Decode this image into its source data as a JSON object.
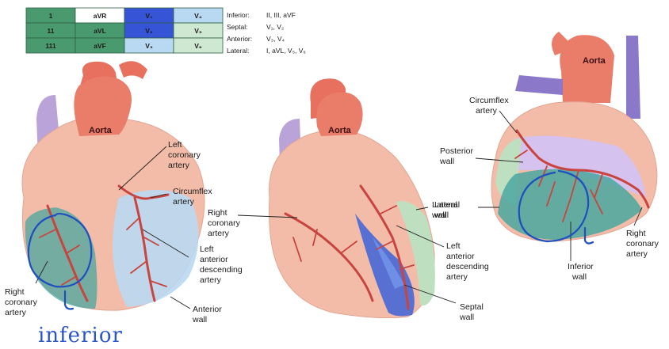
{
  "lead_table": {
    "rows": [
      [
        "1",
        "aVR",
        "V₁",
        "V₄"
      ],
      [
        "11",
        "aVL",
        "V₂",
        "V₅"
      ],
      [
        "111",
        "aVF",
        "V₃",
        "V₆"
      ]
    ]
  },
  "lead_legend": [
    {
      "label": "Inferior:",
      "value": "II, III, aVF"
    },
    {
      "label": "Septal:",
      "value": "V₁, V₂"
    },
    {
      "label": "Anterior:",
      "value": "V₃, V₄"
    },
    {
      "label": "Lateral:",
      "value": "I, aVL, V₅, V₆"
    }
  ],
  "heart_left": {
    "aorta": "Aorta",
    "left_coronary": [
      "Left",
      "coronary",
      "artery"
    ],
    "circumflex": [
      "Circumflex",
      "artery"
    ],
    "right_coronary": [
      "Right",
      "coronary",
      "artery"
    ],
    "lad": [
      "Left",
      "anterior",
      "descending",
      "artery"
    ],
    "anterior_wall": [
      "Anterior",
      "wall"
    ]
  },
  "heart_middle": {
    "aorta": "Aorta",
    "right_coronary": [
      "Right",
      "coronary",
      "artery"
    ],
    "lateral_wall": [
      "Lateral",
      "wall"
    ],
    "lad": [
      "Left",
      "anterior",
      "descending",
      "artery"
    ],
    "septal_wall": [
      "Septal",
      "wall"
    ]
  },
  "heart_right": {
    "aorta": "Aorta",
    "circumflex": [
      "Circumflex",
      "artery"
    ],
    "posterior_wall": [
      "Posterior",
      "wall"
    ],
    "lateral_wall": [
      "Lateral",
      "wall"
    ],
    "inferior_wall": [
      "Inferior",
      "wall"
    ],
    "right_coronary": [
      "Right",
      "coronary",
      "artery"
    ]
  },
  "handwriting": {
    "word": "inferior"
  },
  "colors": {
    "table_dark_green": "#4a9a6f",
    "table_light_green": "#cfe8d2",
    "table_dark_blue": "#3554d6",
    "table_light_blue": "#b9d8f2",
    "heart_muscle": "#f2bca8",
    "artery": "#c8443e",
    "ink": "#1f4fbf"
  }
}
